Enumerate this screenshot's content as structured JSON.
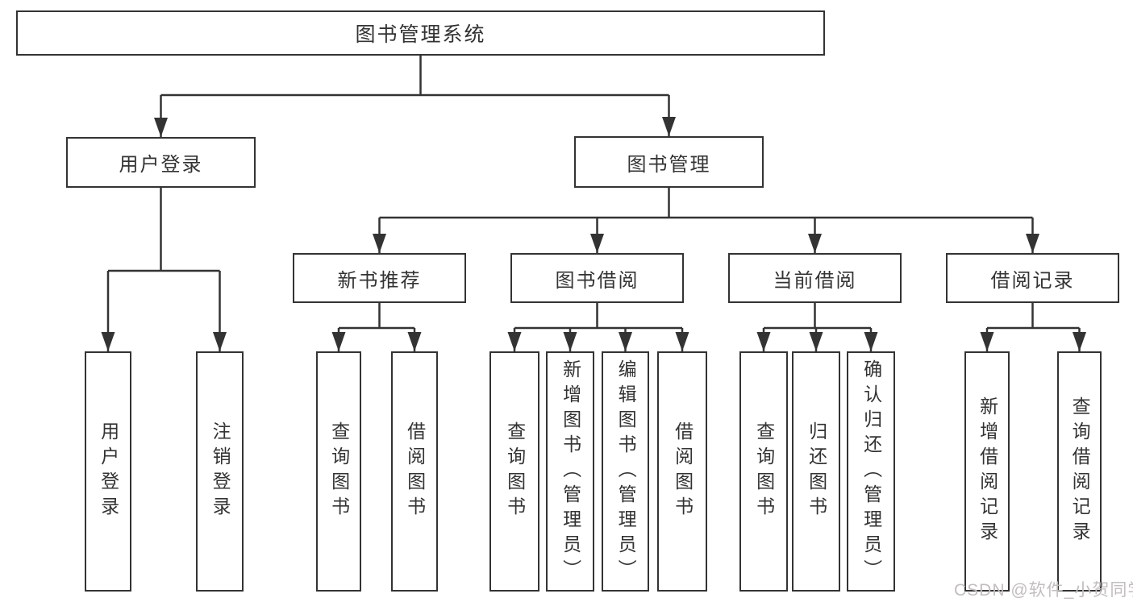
{
  "diagram": {
    "root": {
      "label": "图书管理系统"
    },
    "level2": {
      "user_login": {
        "label": "用户登录"
      },
      "book_mgmt": {
        "label": "图书管理"
      }
    },
    "level3": {
      "new_books": {
        "label": "新书推荐"
      },
      "book_borrow": {
        "label": "图书借阅"
      },
      "current_borrow": {
        "label": "当前借阅"
      },
      "borrow_records": {
        "label": "借阅记录"
      }
    },
    "leaves": {
      "user_login": "用户登录",
      "logout": "注销登录",
      "nb_query": "查询图书",
      "nb_borrow": "借阅图书",
      "bb_query": "查询图书",
      "bb_add": "新增图书（管理员）",
      "bb_edit": "编辑图书（管理员）",
      "bb_borrow": "借阅图书",
      "cb_query": "查询图书",
      "cb_return": "归还图书",
      "cb_confirm": "确认归还（管理员）",
      "br_add": "新增借阅记录",
      "br_query": "查询借阅记录"
    },
    "watermark": "CSDN @软件_小贺同学",
    "colors": {
      "line": "#333333",
      "text": "#333333",
      "watermark": "#c2bebe",
      "background": "#ffffff"
    }
  }
}
